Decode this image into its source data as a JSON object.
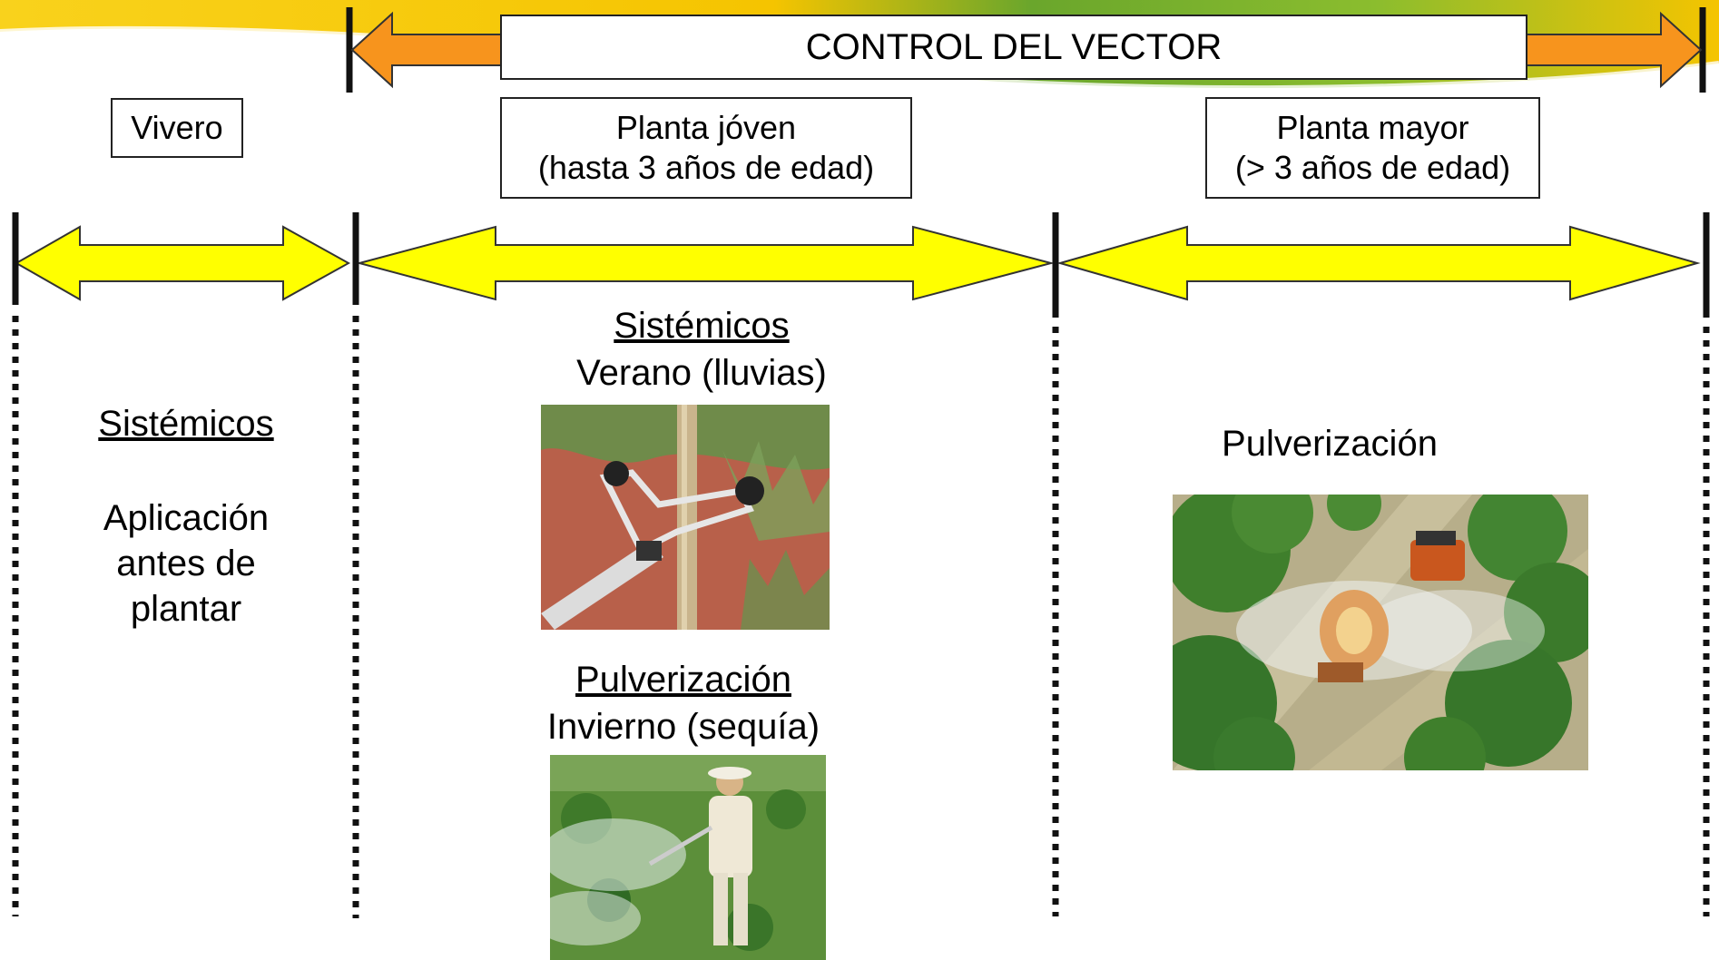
{
  "header": {
    "title": "CONTROL DEL VECTOR",
    "colors": {
      "banner_green": "#6aa62c",
      "banner_yellow": "#f5c400",
      "orange_arrow": "#f7941d"
    }
  },
  "stages": [
    {
      "id": "vivero",
      "label": "Vivero"
    },
    {
      "id": "joven",
      "line1": "Planta jóven",
      "line2": "(hasta 3 años de edad)"
    },
    {
      "id": "mayor",
      "line1": "Planta mayor",
      "line2": "(> 3 años de edad)"
    }
  ],
  "vivero": {
    "heading": "Sistémicos",
    "text_lines": [
      "Aplicación",
      "antes de",
      "plantar"
    ]
  },
  "joven": {
    "systemic_heading": "Sistémicos",
    "systemic_season": "Verano (lluvias)",
    "spray_heading": "Pulverización",
    "spray_season": "Invierno (sequía)"
  },
  "mayor": {
    "heading": "Pulverización"
  },
  "colors": {
    "yellow_arrow": "#ffff00",
    "arrow_outline": "#333333",
    "divider": "#111111"
  }
}
